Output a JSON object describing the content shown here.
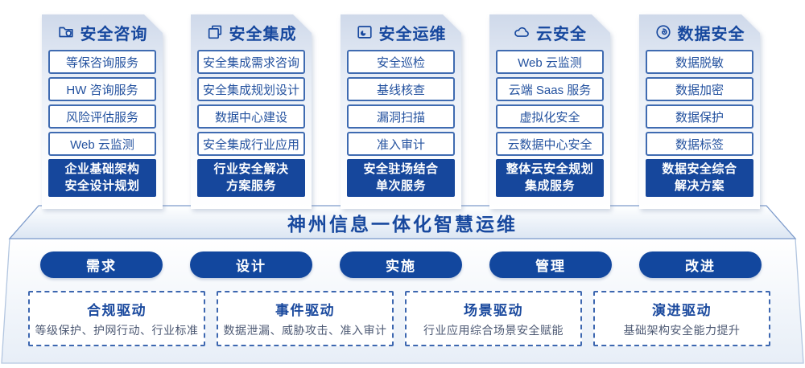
{
  "columns": [
    {
      "icon": "folder-shield-icon",
      "title": "安全咨询",
      "items": [
        "等保咨询服务",
        "HW 咨询服务",
        "风险评估服务",
        "Web 云监测"
      ],
      "footer": "企业基础架构\n安全设计规划"
    },
    {
      "icon": "documents-icon",
      "title": "安全集成",
      "items": [
        "安全集成需求咨询",
        "安全集成规划设计",
        "数据中心建设",
        "安全集成行业应用"
      ],
      "footer": "行业安全解决\n方案服务"
    },
    {
      "icon": "dashboard-icon",
      "title": "安全运维",
      "items": [
        "安全巡检",
        "基线核查",
        "漏洞扫描",
        "准入审计"
      ],
      "footer": "安全驻场结合\n单次服务"
    },
    {
      "icon": "cloud-icon",
      "title": "云安全",
      "items": [
        "Web 云监测",
        "云端 Saas 服务",
        "虚拟化安全",
        "云数据中心安全"
      ],
      "footer": "整体云安全规划\n集成服务"
    },
    {
      "icon": "fingerprint-icon",
      "title": "数据安全",
      "items": [
        "数据脱敏",
        "数据加密",
        "数据保护",
        "数据标签"
      ],
      "footer": "数据安全综合\n解决方案"
    }
  ],
  "banner": {
    "title": "神州信息一体化智慧运维"
  },
  "pills": [
    "需求",
    "设计",
    "实施",
    "管理",
    "改进"
  ],
  "drivers": [
    {
      "title": "合规驱动",
      "desc": "等级保护、护网行动、行业标准"
    },
    {
      "title": "事件驱动",
      "desc": "数据泄漏、威胁攻击、准入审计"
    },
    {
      "title": "场景驱动",
      "desc": "行业应用综合场景安全赋能"
    },
    {
      "title": "演进驱动",
      "desc": "基础架构安全能力提升"
    }
  ],
  "colors": {
    "primary_blue": "#17489e",
    "solid_box_blue": "#16479c",
    "item_border": "#3f6bb1",
    "dashed_border": "#3d67b0",
    "banner_edge": "#7d9bcb",
    "platform_edge": "#b3c6e0",
    "desc_text": "#4e5a74"
  }
}
